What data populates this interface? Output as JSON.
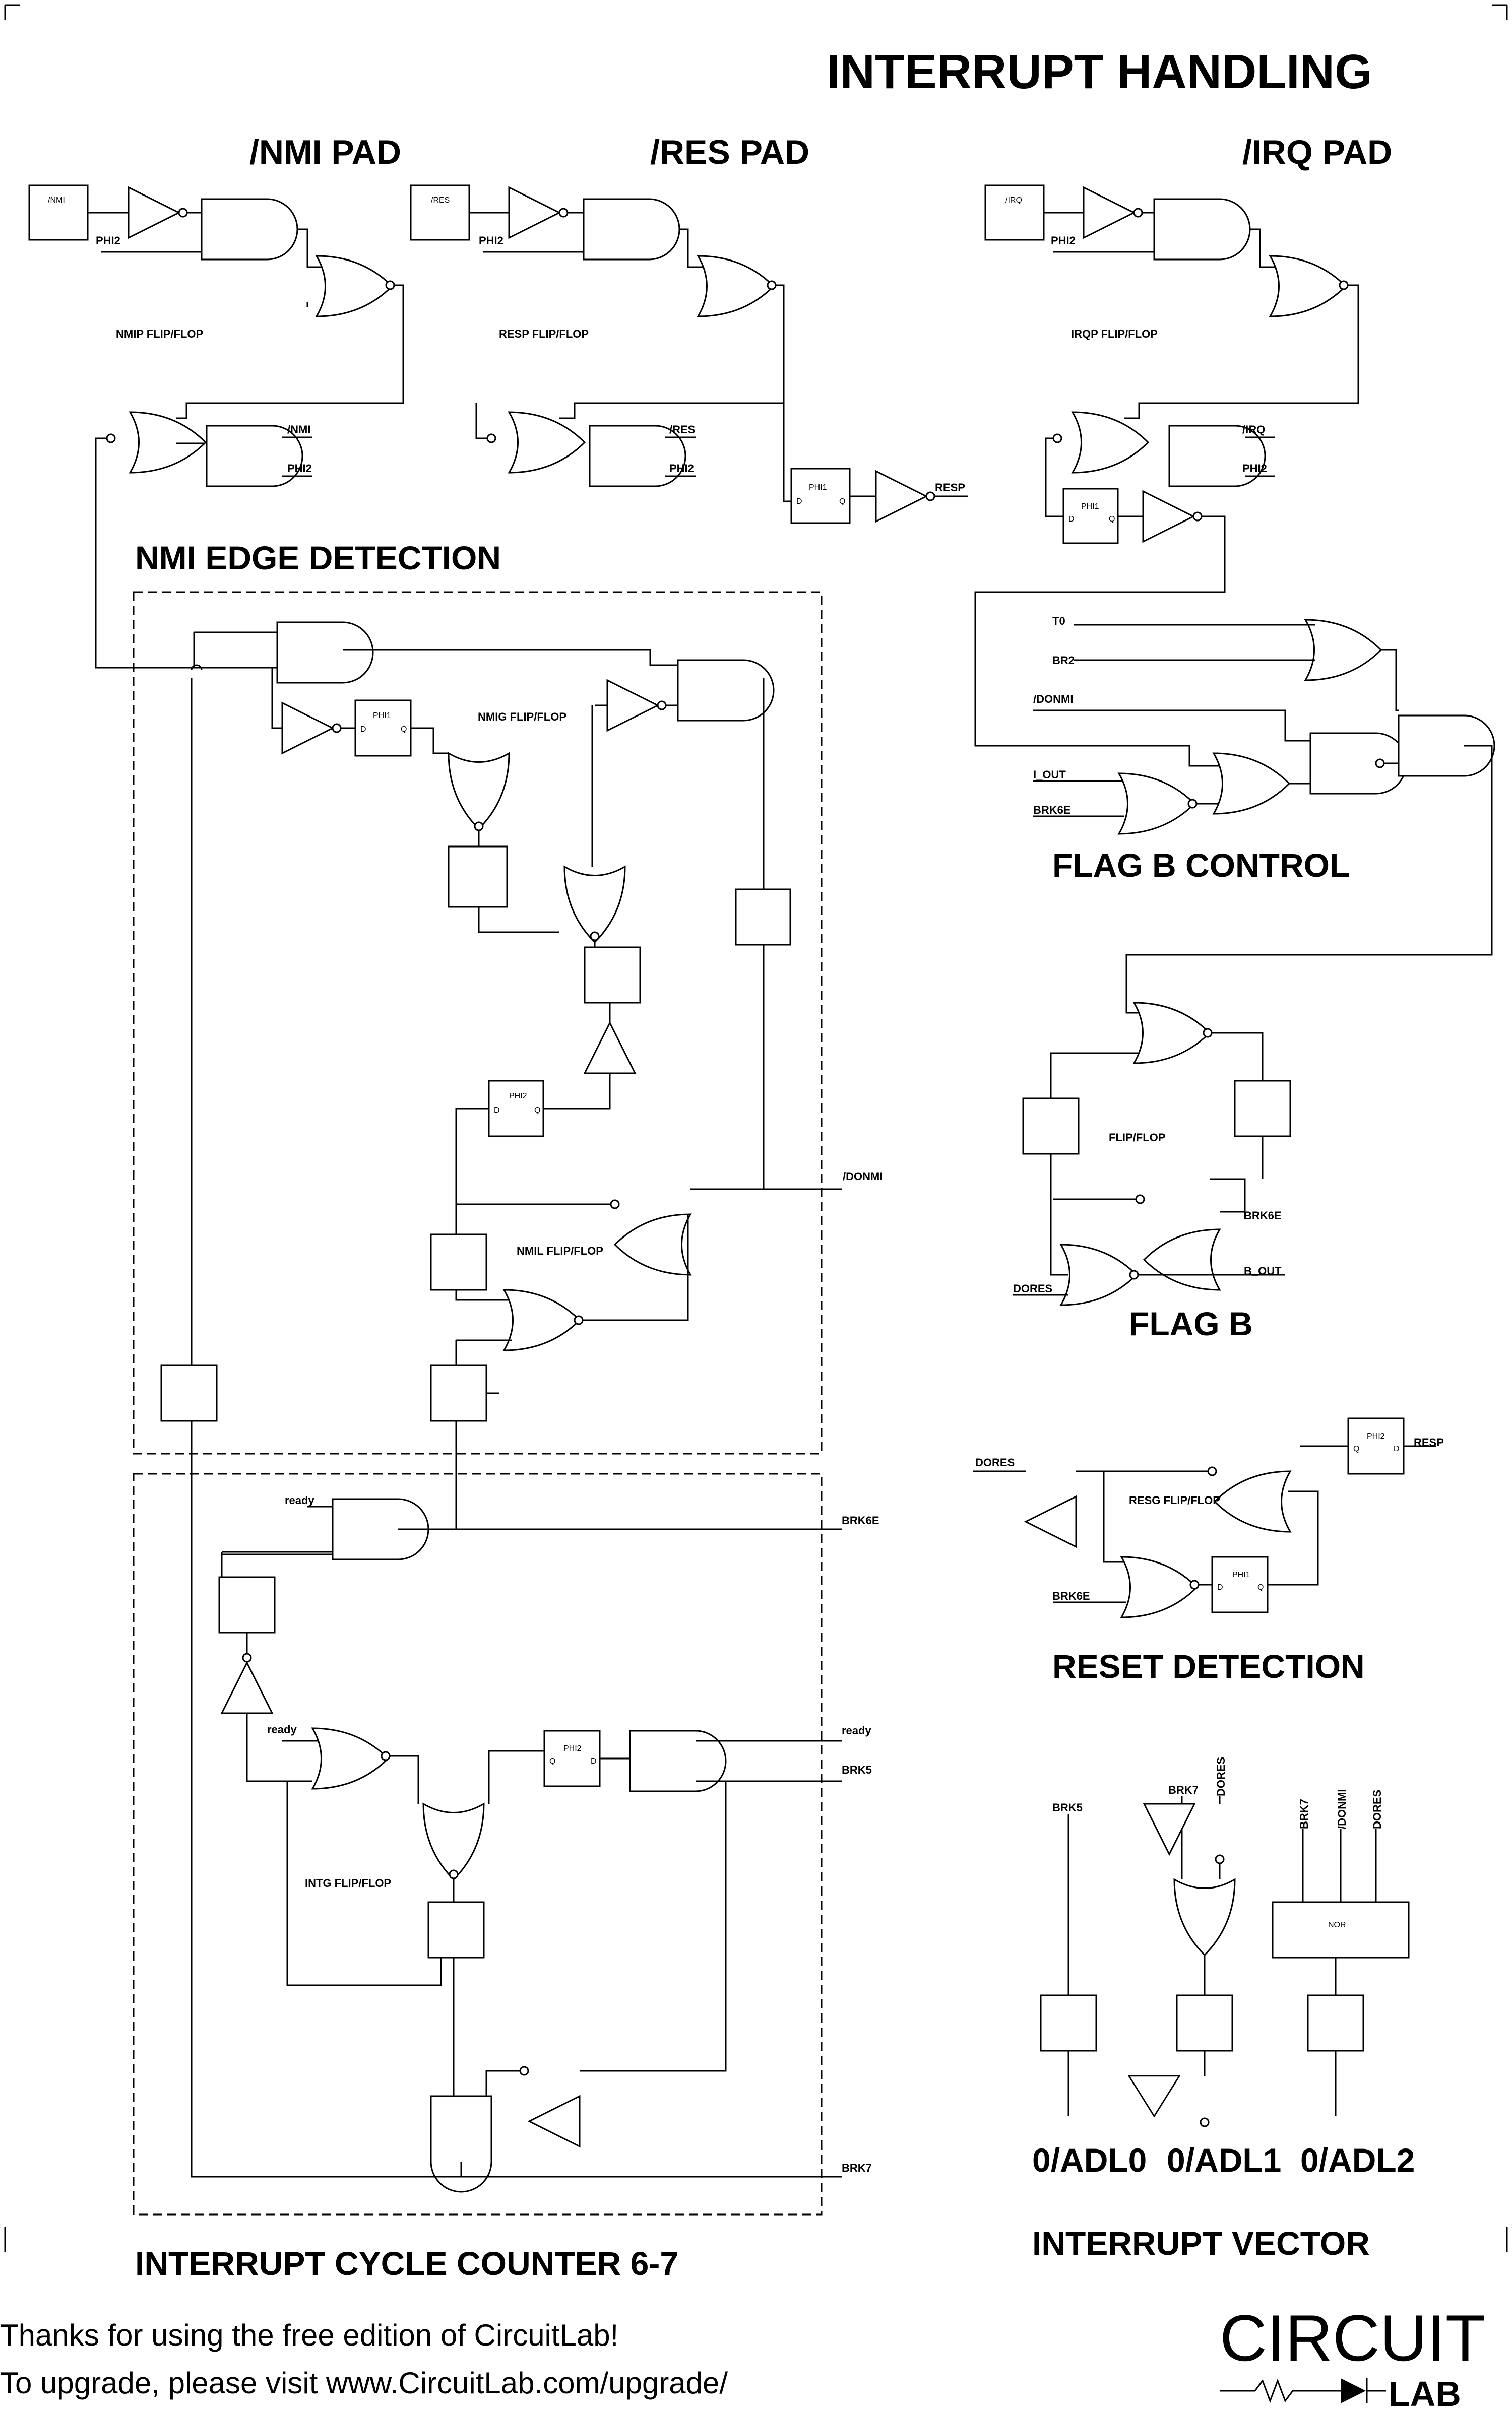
{
  "title": "INTERRUPT HANDLING",
  "pads": {
    "nmi": "/NMI PAD",
    "res": "/RES PAD",
    "irq": "/IRQ PAD"
  },
  "sections": {
    "nmi_edge": "NMI EDGE DETECTION",
    "flag_b_control": "FLAG B CONTROL",
    "flag_b": "FLAG B",
    "reset_detection": "RESET DETECTION",
    "int_counter": "INTERRUPT CYCLE COUNTER 6-7",
    "int_vector": "INTERRUPT VECTOR"
  },
  "ff": {
    "nmip": "NMIP FLIP/FLOP",
    "resp": "RESP FLIP/FLOP",
    "irqp": "IRQP FLIP/FLOP",
    "nmig": "NMIG FLIP/FLOP",
    "nmil": "NMIL FLIP/FLOP",
    "intg": "INTG FLIP/FLOP",
    "resg": "RESG FLIP/FLOP",
    "flag": "FLIP/FLOP"
  },
  "signals": {
    "nmi": "/NMI",
    "res": "/RES",
    "irq": "/IRQ",
    "phi1": "PHI1",
    "phi2": "PHI2",
    "resp": "RESP",
    "t0": "T0",
    "br2": "BR2",
    "donmi": "/DONMI",
    "i_out": "I_OUT",
    "brk6e": "BRK6E",
    "brk5": "BRK5",
    "brk7": "BRK7",
    "b_out": "B_OUT",
    "dores": "DORES",
    "ready": "ready",
    "d": "D",
    "q": "Q",
    "nor": "NOR",
    "adl0": "0/ADL0",
    "adl1": "0/ADL1",
    "adl2": "0/ADL2"
  },
  "footer": {
    "line1": "Thanks for using the free edition of CircuitLab!",
    "line2": "To upgrade, please visit www.CircuitLab.com/upgrade/",
    "logo_top": "CIRCUIT",
    "logo_bottom": "LAB"
  }
}
